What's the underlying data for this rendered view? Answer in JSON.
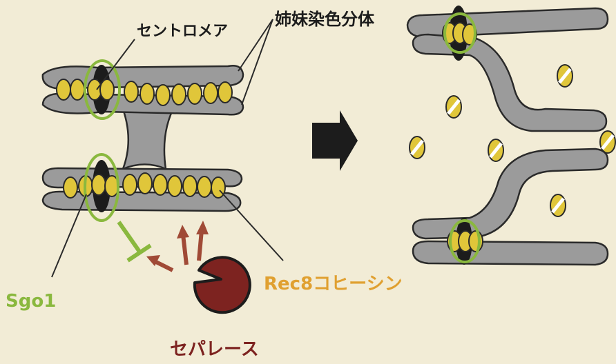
{
  "labels": {
    "centromere": "セントロメア",
    "sister_chromatids": "姉妹染色分体",
    "sgo1": "Sgo1",
    "rec8_cohesin": "Rec8コヒーシン",
    "separase": "セパレース"
  },
  "colors": {
    "background": "#f2ecd6",
    "chromatid_fill": "#9b9b9b",
    "cohesin_fill": "#e0c63a",
    "sgo1_green": "#8ab83e",
    "rec8_orange": "#e0a030",
    "separase_red": "#7d2320",
    "arrow_red": "#a04a36",
    "arrow_black": "#1c1c1c"
  }
}
